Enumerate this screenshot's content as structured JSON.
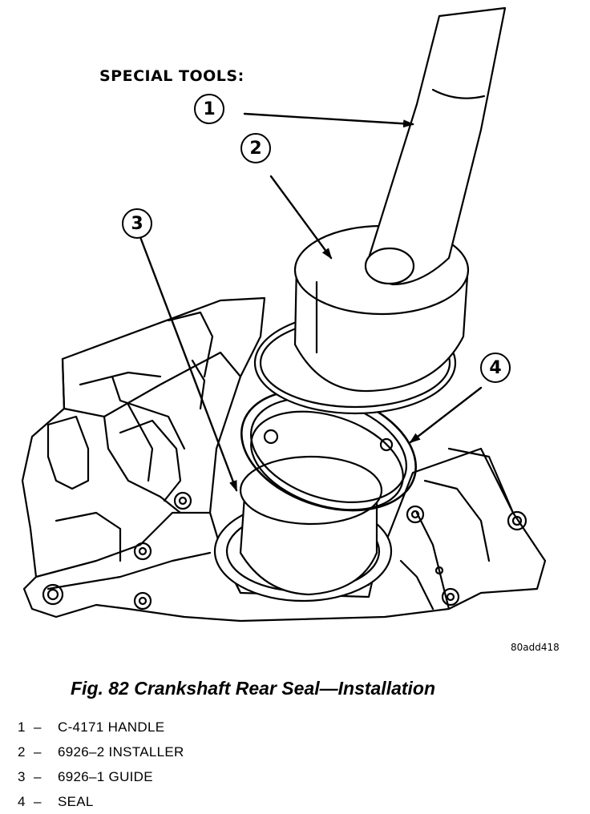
{
  "special_tools_label": "SPECIAL TOOLS:",
  "callouts": [
    "1",
    "2",
    "3",
    "4"
  ],
  "image_code": "80add418",
  "caption": "Fig. 82 Crankshaft Rear Seal—Installation",
  "legend": [
    {
      "num": "1",
      "sep": "–",
      "text": "C-4171 HANDLE"
    },
    {
      "num": "2",
      "sep": "–",
      "text": "6926–2 INSTALLER"
    },
    {
      "num": "3",
      "sep": "–",
      "text": "6926–1 GUIDE"
    },
    {
      "num": "4",
      "sep": "–",
      "text": "SEAL"
    }
  ]
}
